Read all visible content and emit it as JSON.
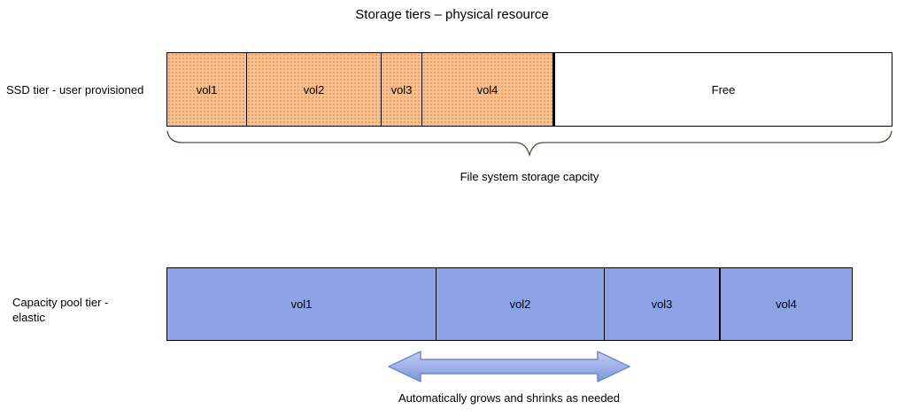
{
  "title": "Storage tiers – physical resource",
  "ssd_tier": {
    "label": "SSD tier - user provisioned",
    "segments": [
      {
        "label": "vol1"
      },
      {
        "label": "vol2"
      },
      {
        "label": "vol3"
      },
      {
        "label": "vol4"
      },
      {
        "label": "Free"
      }
    ],
    "brace_caption": "File system storage capcity"
  },
  "capacity_pool_tier": {
    "label_line1": "Capacity pool tier -",
    "label_line2": "elastic",
    "segments": [
      {
        "label": "vol1"
      },
      {
        "label": "vol2"
      },
      {
        "label": "vol3"
      },
      {
        "label": "vol4"
      }
    ],
    "arrow_caption": "Automatically grows and shrinks as needed"
  },
  "colors": {
    "ssd_volume_fill": "#FAC090",
    "ssd_volume_dots": "#E09A5E",
    "free_fill": "#FFFFFF",
    "pool_volume_fill": "#8CA3E6",
    "arrow_fill": "#9FB2E9",
    "arrow_stroke": "#6F87CC",
    "border": "#000000"
  }
}
